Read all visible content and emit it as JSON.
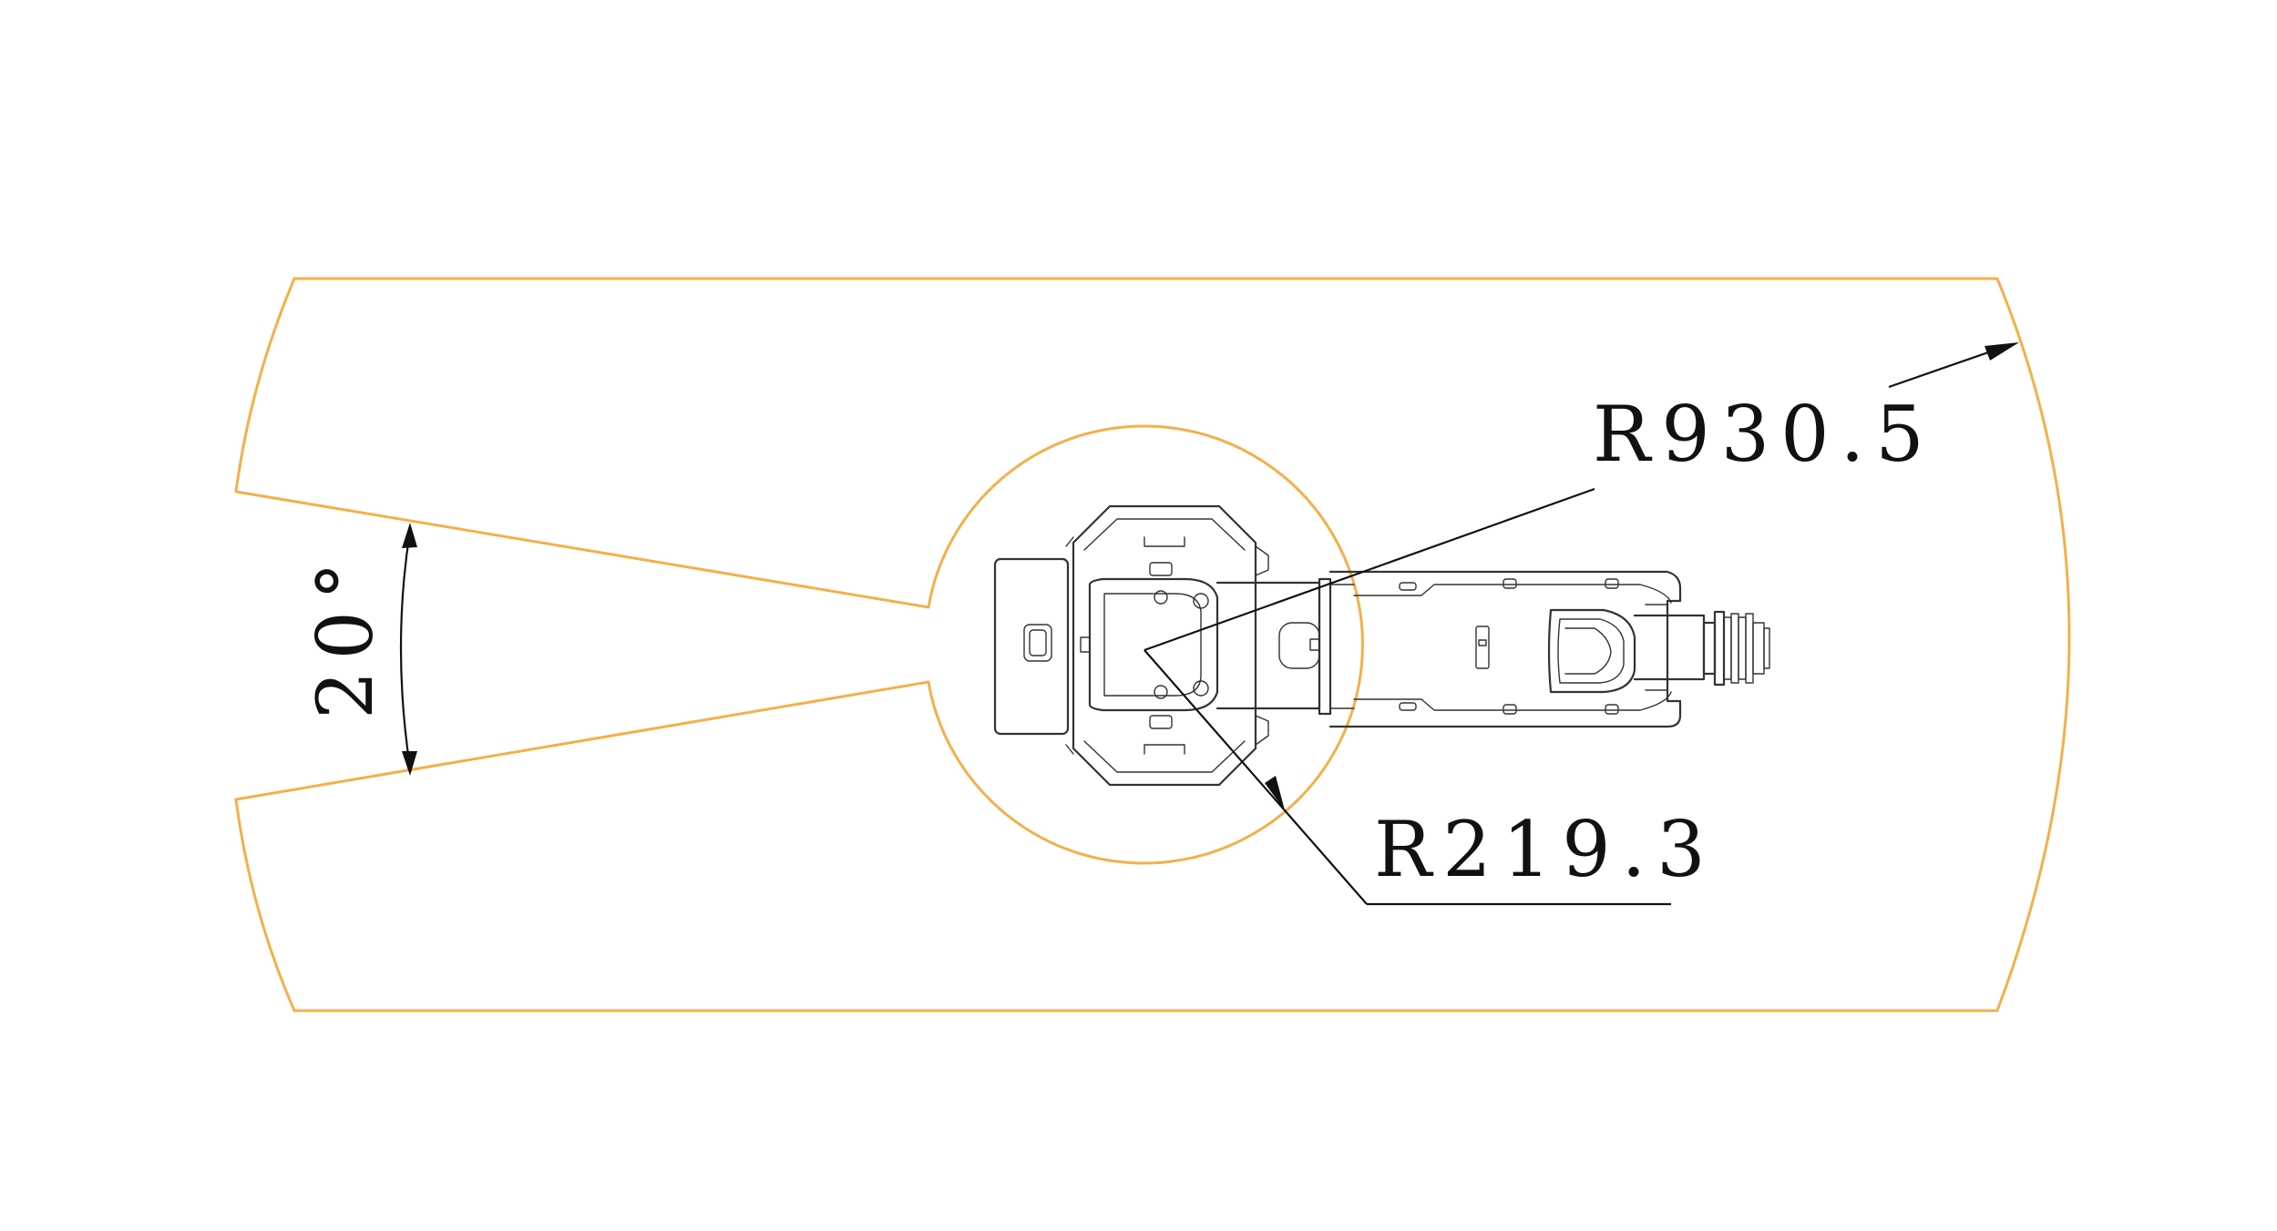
{
  "dimensions": {
    "outer_radius_label": "R930.5",
    "inner_radius_label": "R219.3",
    "angle_label": "20°"
  },
  "colors": {
    "envelope": "#F3B04A",
    "robot_outline": "#333333",
    "dimension": "#111111",
    "background": "#ffffff"
  }
}
